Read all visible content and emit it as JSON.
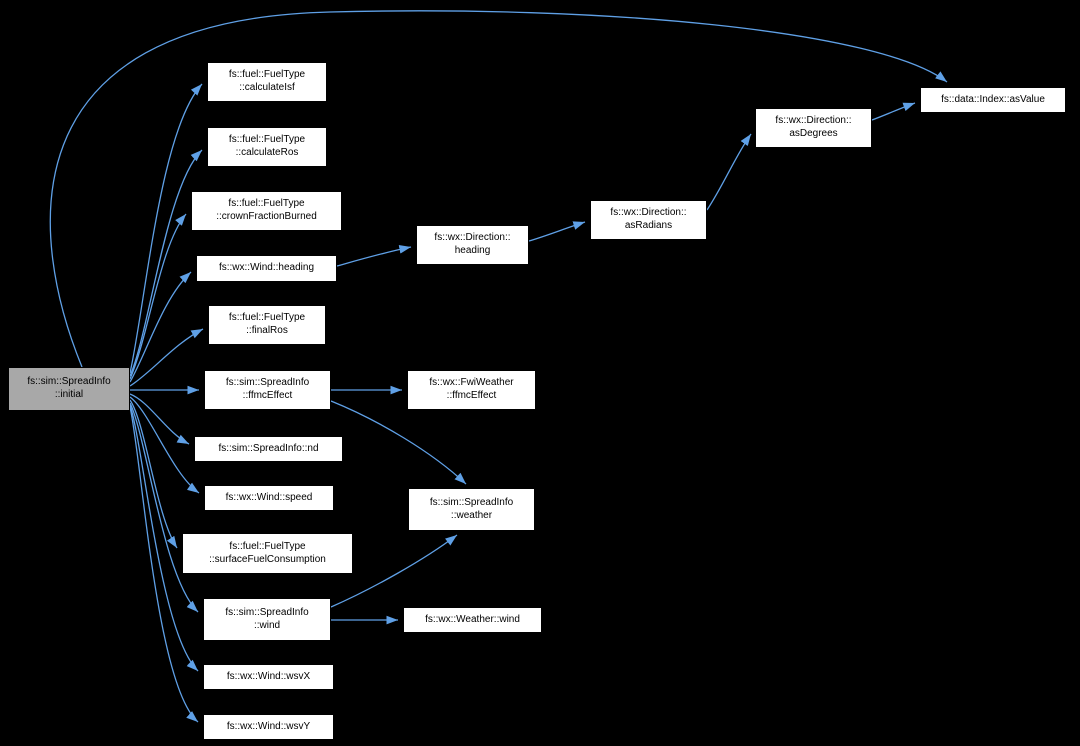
{
  "diagram": {
    "type": "call-graph",
    "colors": {
      "background": "#000000",
      "edge": "#5fa0e6",
      "node_fill": "#ffffff",
      "node_border": "#000000",
      "node_text": "#000000",
      "highlight_fill": "#a8a8a8"
    },
    "nodes": {
      "initial": {
        "line1": "fs::sim::SpreadInfo",
        "line2": "::initial"
      },
      "calculateIsf": {
        "line1": "fs::fuel::FuelType",
        "line2": "::calculateIsf"
      },
      "calculateRos": {
        "line1": "fs::fuel::FuelType",
        "line2": "::calculateRos"
      },
      "crownFractionBurned": {
        "line1": "fs::fuel::FuelType",
        "line2": "::crownFractionBurned"
      },
      "windHeading": {
        "line1": "fs::wx::Wind::heading"
      },
      "finalRos": {
        "line1": "fs::fuel::FuelType",
        "line2": "::finalRos"
      },
      "ffmcEffect": {
        "line1": "fs::sim::SpreadInfo",
        "line2": "::ffmcEffect"
      },
      "nd": {
        "line1": "fs::sim::SpreadInfo::nd"
      },
      "windSpeed": {
        "line1": "fs::wx::Wind::speed"
      },
      "surfaceFuelConsumption": {
        "line1": "fs::fuel::FuelType",
        "line2": "::surfaceFuelConsumption"
      },
      "spreadWind": {
        "line1": "fs::sim::SpreadInfo",
        "line2": "::wind"
      },
      "wsvX": {
        "line1": "fs::wx::Wind::wsvX"
      },
      "wsvY": {
        "line1": "fs::wx::Wind::wsvY"
      },
      "directionHeading": {
        "line1": "fs::wx::Direction::",
        "line2": "heading"
      },
      "fwiFfmcEffect": {
        "line1": "fs::wx::FwiWeather",
        "line2": "::ffmcEffect"
      },
      "weather": {
        "line1": "fs::sim::SpreadInfo",
        "line2": "::weather"
      },
      "weatherWind": {
        "line1": "fs::wx::Weather::wind"
      },
      "asRadians": {
        "line1": "fs::wx::Direction::",
        "line2": "asRadians"
      },
      "asDegrees": {
        "line1": "fs::wx::Direction::",
        "line2": "asDegrees"
      },
      "asValue": {
        "line1": "fs::data::Index::asValue"
      }
    },
    "edges": [
      {
        "from": "initial",
        "to": "calculateIsf"
      },
      {
        "from": "initial",
        "to": "calculateRos"
      },
      {
        "from": "initial",
        "to": "crownFractionBurned"
      },
      {
        "from": "initial",
        "to": "windHeading"
      },
      {
        "from": "initial",
        "to": "finalRos"
      },
      {
        "from": "initial",
        "to": "ffmcEffect"
      },
      {
        "from": "initial",
        "to": "nd"
      },
      {
        "from": "initial",
        "to": "windSpeed"
      },
      {
        "from": "initial",
        "to": "surfaceFuelConsumption"
      },
      {
        "from": "initial",
        "to": "spreadWind"
      },
      {
        "from": "initial",
        "to": "wsvX"
      },
      {
        "from": "initial",
        "to": "wsvY"
      },
      {
        "from": "initial",
        "to": "asValue"
      },
      {
        "from": "windHeading",
        "to": "directionHeading"
      },
      {
        "from": "directionHeading",
        "to": "asRadians"
      },
      {
        "from": "asRadians",
        "to": "asDegrees"
      },
      {
        "from": "asDegrees",
        "to": "asValue"
      },
      {
        "from": "ffmcEffect",
        "to": "fwiFfmcEffect"
      },
      {
        "from": "ffmcEffect",
        "to": "weather"
      },
      {
        "from": "spreadWind",
        "to": "weather"
      },
      {
        "from": "spreadWind",
        "to": "weatherWind"
      }
    ]
  }
}
